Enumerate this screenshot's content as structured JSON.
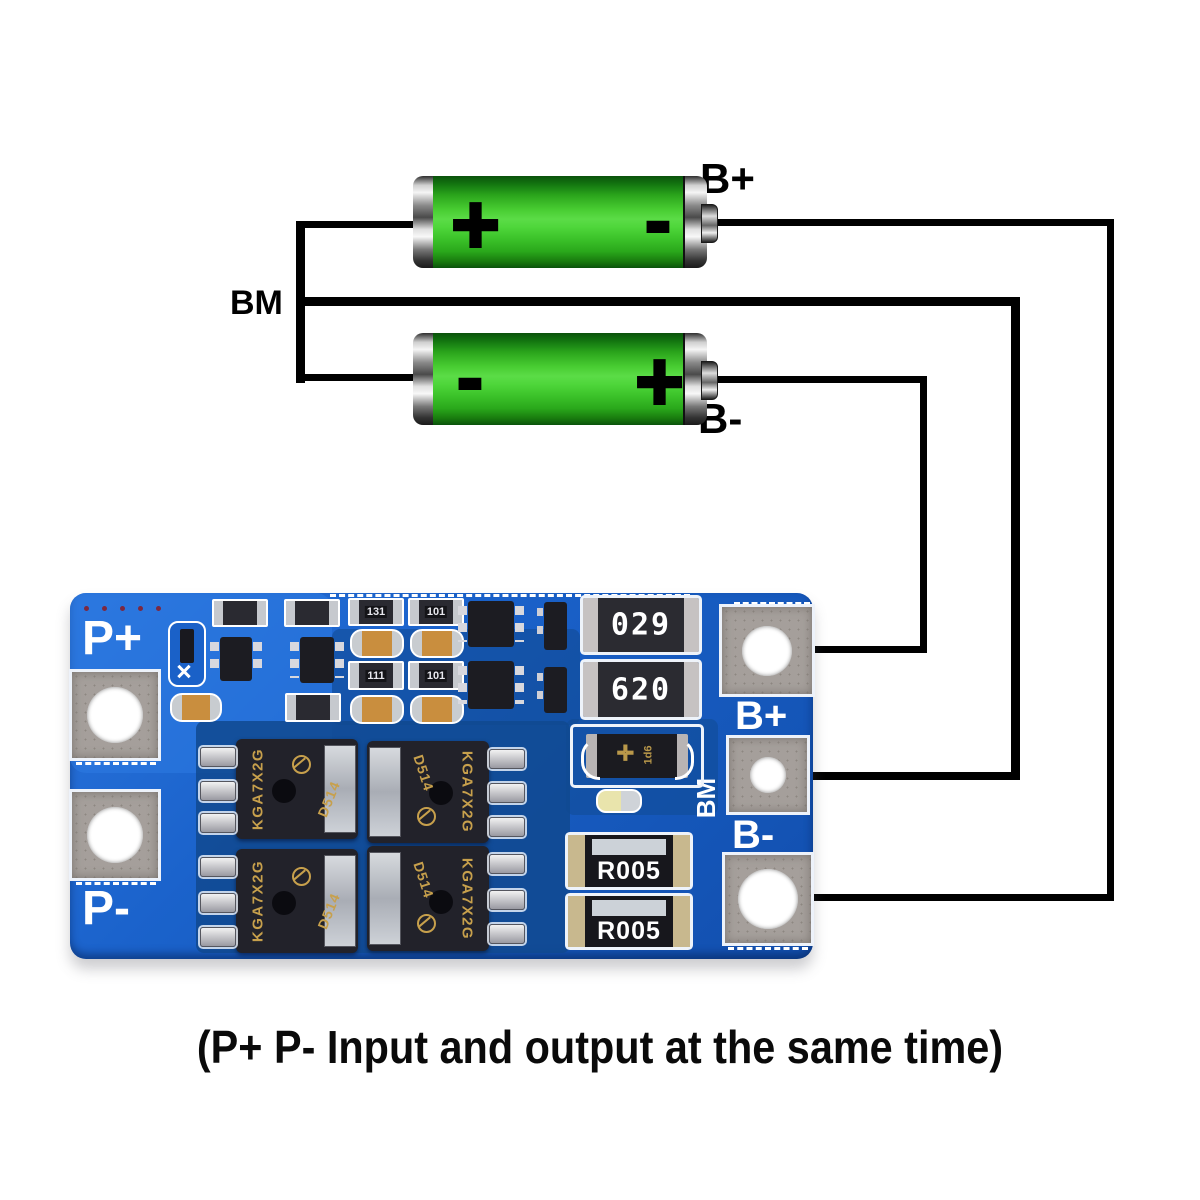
{
  "labels": {
    "battery_top_terminal": "B+",
    "battery_bottom_terminal": "B-",
    "bm": "BM",
    "caption": "(P+ P- Input and output at the same time)"
  },
  "battery_top": {
    "left_symbol": "+",
    "right_symbol": "-"
  },
  "battery_bottom": {
    "left_symbol": "-",
    "right_symbol": "+"
  },
  "board": {
    "silkscreen": {
      "p_plus": "P+",
      "p_minus": "P-",
      "b_plus": "B+",
      "bm": "BM",
      "b_minus": "B-"
    },
    "components": {
      "r029": "029",
      "r620": "620",
      "shunt1": "R005",
      "shunt2": "R005",
      "diode_mark": "1d6",
      "diode_symbol": "✛",
      "smd_codes": [
        "131",
        "101",
        "111",
        "101"
      ],
      "mosfets": [
        {
          "part": "KGA7X2G",
          "code": "D514"
        },
        {
          "part": "KGA7X2G",
          "code": "D514"
        },
        {
          "part": "KGA7X2G",
          "code": "D514"
        },
        {
          "part": "KGA7X2G",
          "code": "D514"
        }
      ]
    }
  },
  "colors": {
    "pcb_blue": "#1b63cc",
    "pcb_dark": "#10498f",
    "pcb_light": "#2e7ce4",
    "silkscreen_white": "#ffffff",
    "pad_silver": "#a59f9b",
    "battery_green": "#47cc31",
    "wire_black": "#000000",
    "component_black": "#22222a",
    "marking_gold": "#c7a04c"
  }
}
